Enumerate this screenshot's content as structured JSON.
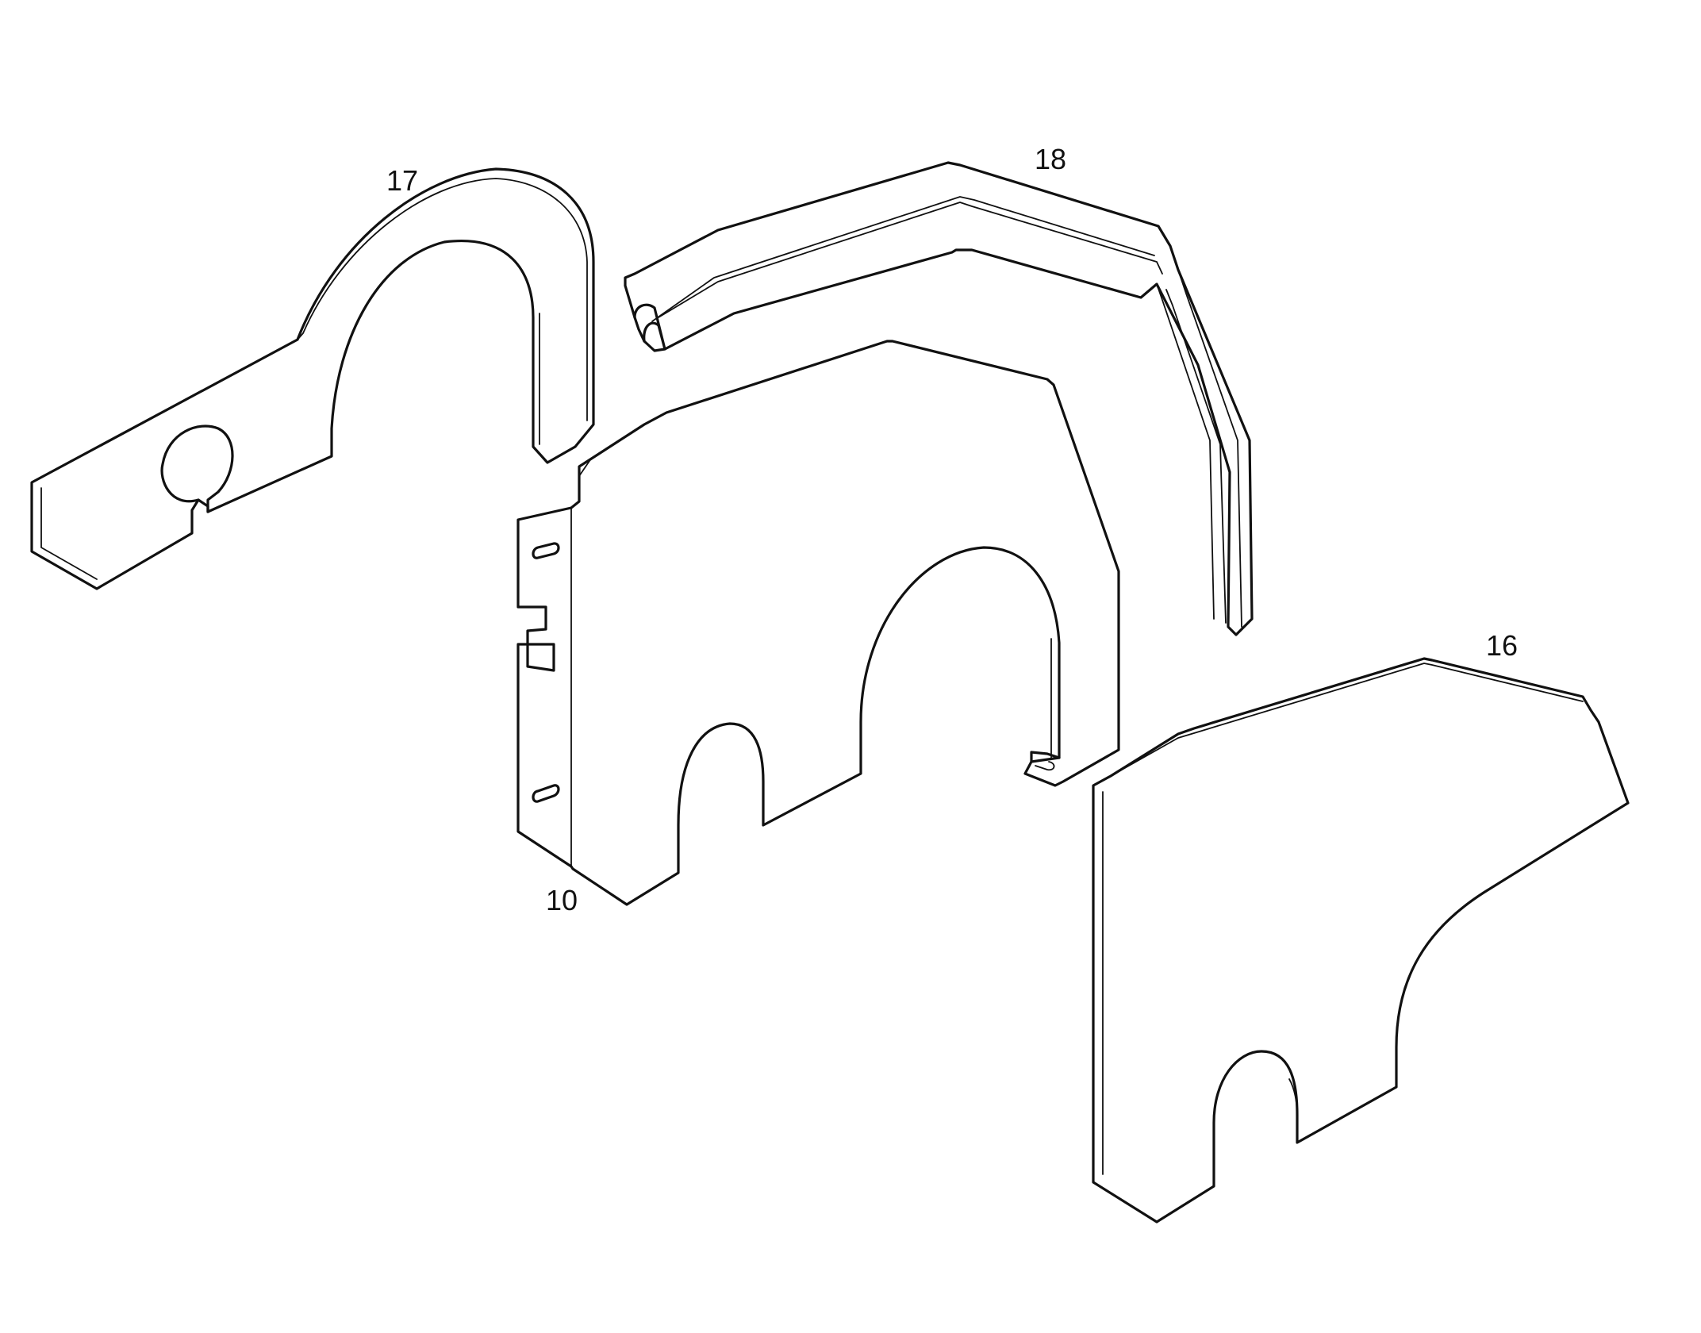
{
  "diagram": {
    "parts": [
      {
        "id": "part-17",
        "callout": "17"
      },
      {
        "id": "part-18",
        "callout": "18"
      },
      {
        "id": "part-10",
        "callout": "10"
      },
      {
        "id": "part-16",
        "callout": "16"
      }
    ]
  },
  "colors": {
    "line": "#111111",
    "background": "#ffffff"
  }
}
